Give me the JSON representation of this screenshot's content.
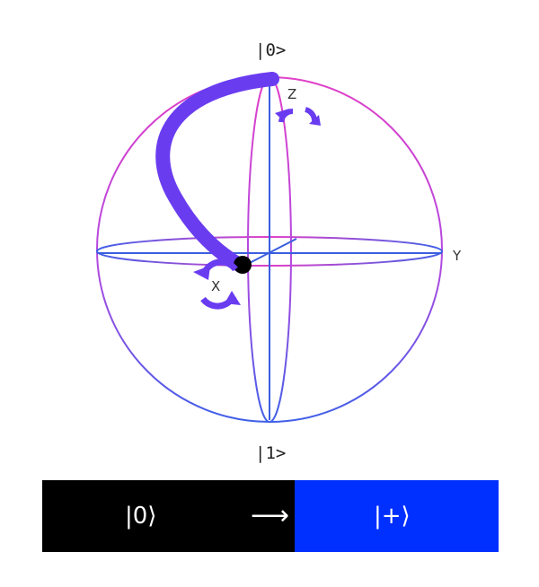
{
  "diagram": {
    "top_state_label": "|0>",
    "bottom_state_label": "|1>",
    "axis_x_label": "X",
    "axis_y_label": "Y",
    "axis_z_label": "Z"
  },
  "transition_bar": {
    "from_state": "|0⟩",
    "arrow": "⟶",
    "to_state": "|+⟩"
  },
  "colors": {
    "sphere_pink": "#e040c8",
    "sphere_blue": "#4060e8",
    "axis_blue": "#3a5ee0",
    "path_purple": "#6a3cf0",
    "bar_black": "#000000",
    "bar_blue": "#0030ff"
  },
  "icons": [
    "rotation-arrow-x-icon",
    "rotation-arrow-z-icon",
    "state-vector-origin-dot"
  ]
}
